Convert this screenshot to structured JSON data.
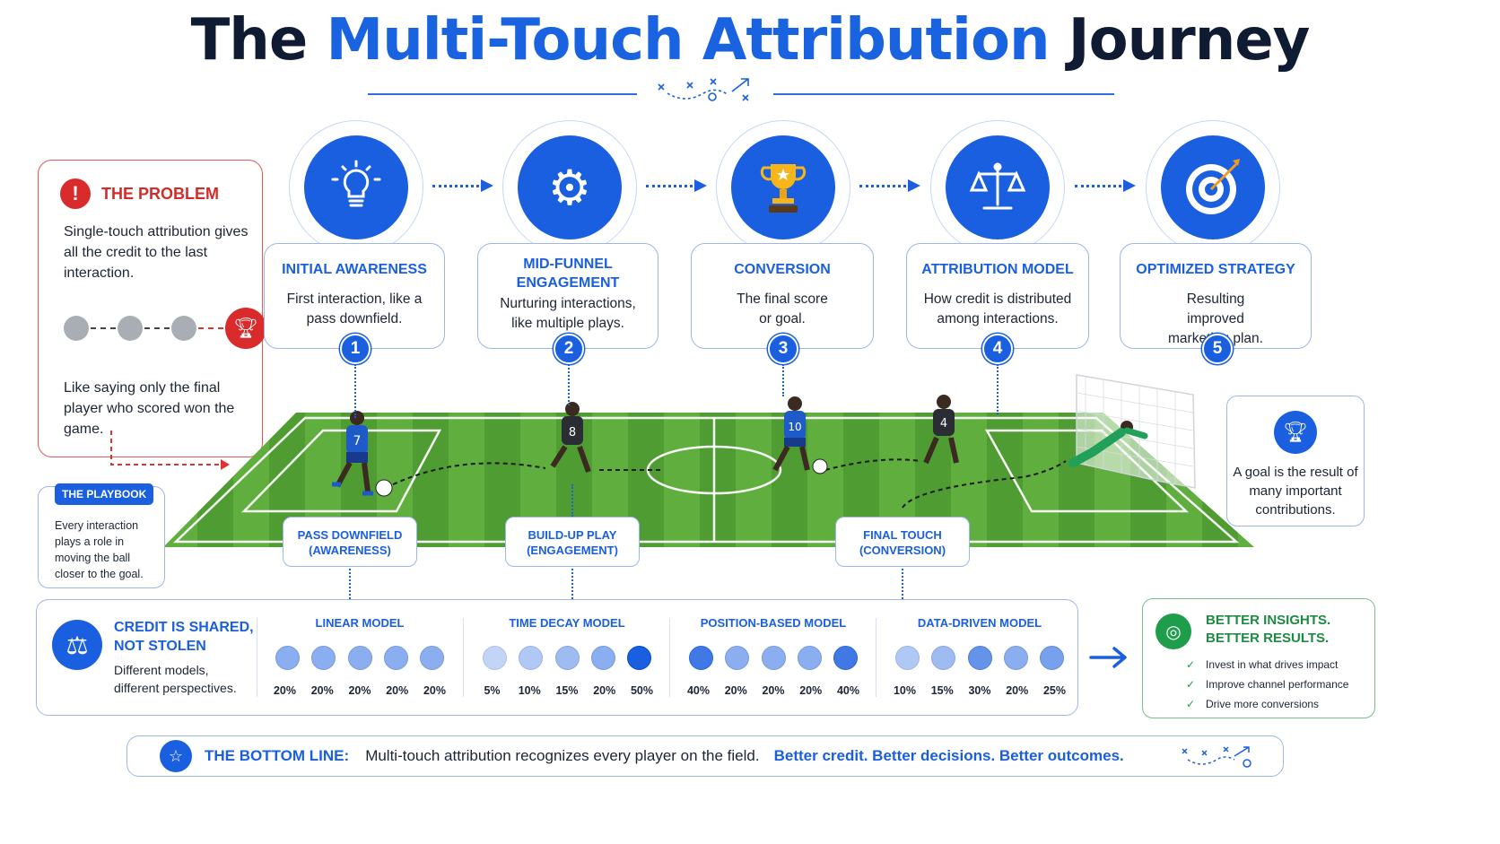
{
  "title": {
    "part1": "The ",
    "highlight": "Multi-Touch Attribution",
    "part2": " Journey"
  },
  "problem": {
    "heading": "THE PROBLEM",
    "icon": "exclamation-icon",
    "description": "Single-touch attribution gives all the credit to the last interaction.",
    "analogy": "Like saying only the final player who scored won the game."
  },
  "stages": [
    {
      "number": "1",
      "title": "INITIAL AWARENESS",
      "description": "First interaction, like a pass downfield.",
      "icon": "lightbulb-icon"
    },
    {
      "number": "2",
      "title": "MID-FUNNEL ENGAGEMENT",
      "description": "Nurturing interactions, like multiple plays.",
      "icon": "gear-icon"
    },
    {
      "number": "3",
      "title": "CONVERSION",
      "description": "The final score or goal.",
      "icon": "trophy-icon"
    },
    {
      "number": "4",
      "title": "ATTRIBUTION MODEL",
      "description": "How credit is distributed among interactions.",
      "icon": "scales-icon"
    },
    {
      "number": "5",
      "title": "OPTIMIZED STRATEGY",
      "description": "Resulting improved marketing plan.",
      "icon": "target-icon"
    }
  ],
  "playbook": {
    "tag": "THE PLAYBOOK",
    "description": "Every interaction plays a role in moving the ball closer to the goal."
  },
  "field_labels": [
    {
      "line1": "PASS DOWNFIELD",
      "line2": "(AWARENESS)"
    },
    {
      "line1": "BUILD-UP PLAY",
      "line2": "(ENGAGEMENT)"
    },
    {
      "line1": "FINAL TOUCH",
      "line2": "(CONVERSION)"
    }
  ],
  "players": [
    "7",
    "8",
    "10",
    "4"
  ],
  "goal_note": "A goal is the result of many important contributions.",
  "credit": {
    "heading": "CREDIT IS SHARED, NOT STOLEN",
    "description": "Different models, different perspectives."
  },
  "models": [
    {
      "name": "LINEAR MODEL",
      "values": [
        20,
        20,
        20,
        20,
        20
      ],
      "labels": [
        "20%",
        "20%",
        "20%",
        "20%",
        "20%"
      ]
    },
    {
      "name": "TIME DECAY MODEL",
      "values": [
        5,
        10,
        15,
        20,
        50
      ],
      "labels": [
        "5%",
        "10%",
        "15%",
        "20%",
        "50%"
      ]
    },
    {
      "name": "POSITION-BASED MODEL",
      "values": [
        40,
        20,
        20,
        20,
        40
      ],
      "labels": [
        "40%",
        "20%",
        "20%",
        "20%",
        "40%"
      ]
    },
    {
      "name": "DATA-DRIVEN MODEL",
      "values": [
        10,
        15,
        30,
        20,
        25
      ],
      "labels": [
        "10%",
        "15%",
        "30%",
        "20%",
        "25%"
      ]
    }
  ],
  "insights": {
    "heading": "BETTER INSIGHTS. BETTER RESULTS.",
    "items": [
      "Invest in what drives impact",
      "Improve channel performance",
      "Drive more conversions"
    ]
  },
  "bottom_line": {
    "label": "THE BOTTOM LINE:",
    "message": "Multi-touch attribution recognizes every player on the field.",
    "tagline": "Better credit. Better decisions. Better outcomes."
  },
  "colors": {
    "accent": "#1a5fe0",
    "danger": "#d92b2b",
    "success": "#1e9e4a",
    "field": "#5cab3c"
  }
}
